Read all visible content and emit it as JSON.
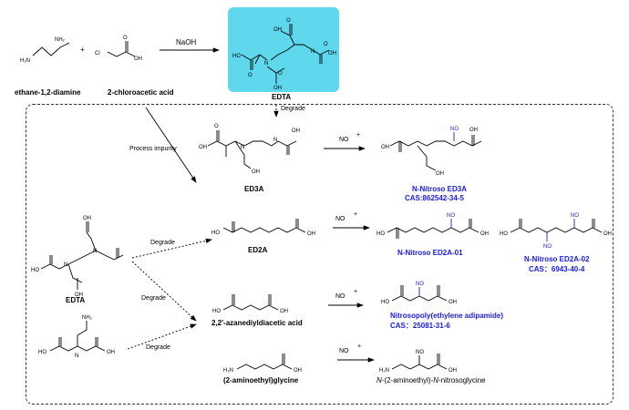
{
  "reaction": {
    "reagent1": "ethane-1,2-diamine",
    "plus": "+",
    "reagent2": "2-chloroacetic acid",
    "reagent": "NaOH",
    "product": "EDTA",
    "highlight_color": "#5fd8ee"
  },
  "arrows": {
    "degrade": "Degrade",
    "process_impurity": "Process impurity",
    "no_reagent": "NO",
    "no_charge": "+"
  },
  "compounds": {
    "ed3a": "ED3A",
    "ed2a": "ED2A",
    "edta_left": "EDTA",
    "aza": "2,2'-azanediyldiacetic acid",
    "aeg": "(2-aminoethyl)glycine"
  },
  "nitroso": {
    "ed3a_name": "N-Nitroso ED3A",
    "ed3a_cas": "CAS:862542-34-5",
    "ed2a01_name": "N-Nitroso ED2A-01",
    "ed2a02_name": "N-Nitroso ED2A-02",
    "ed2a02_cas": "CAS：6943-40-4",
    "poly_name": "Nitrosopoly(ethylene adipamide)",
    "poly_cas": "CAS：25081-31-6",
    "aeg_name_prefix": "N",
    "aeg_name_mid": "-(2-aminoethyl)-",
    "aeg_name_n2": "N",
    "aeg_name_suffix": "-nitrosoglycine"
  },
  "atoms": {
    "nh2": "NH₂",
    "h2n": "H₂N",
    "cl": "Cl",
    "oh": "OH",
    "ho": "HO",
    "o": "O",
    "n": "N",
    "h": "H",
    "no": "NO"
  },
  "colors": {
    "nitroso": "#1a1ae6"
  }
}
